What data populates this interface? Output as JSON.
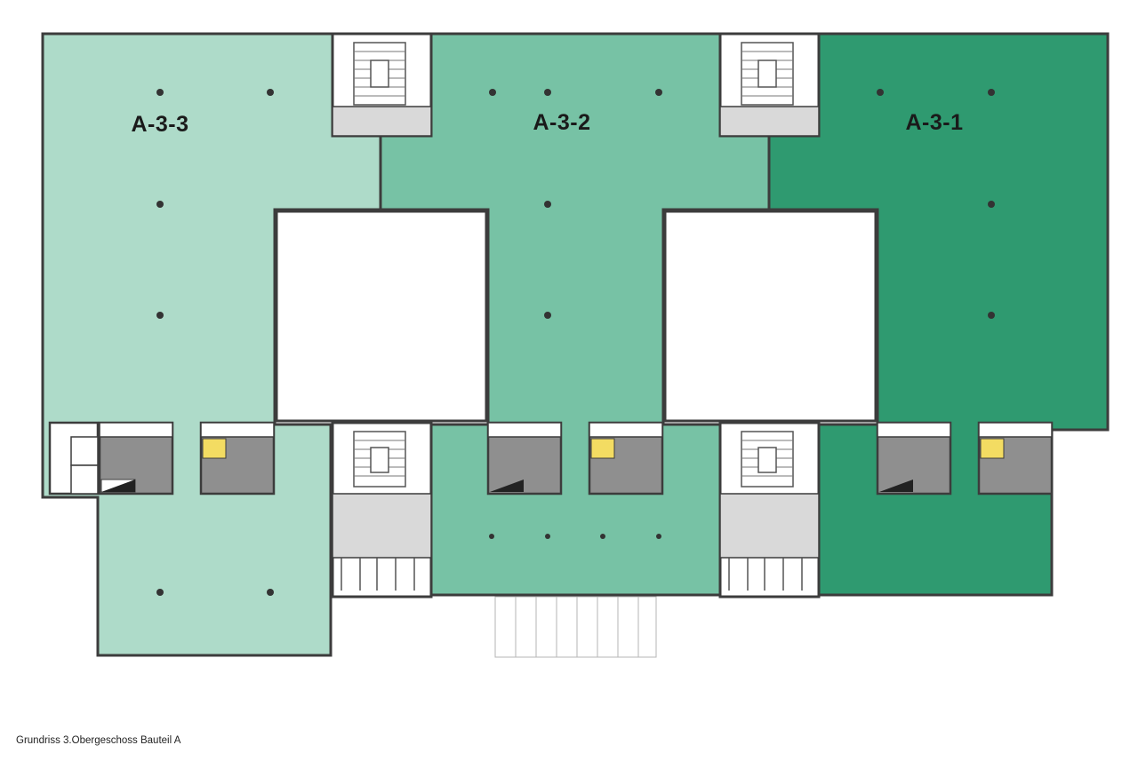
{
  "plan": {
    "units": [
      {
        "label": "A-3-3",
        "color": "#aedbc9"
      },
      {
        "label": "A-3-2",
        "color": "#77c2a5"
      },
      {
        "label": "A-3-1",
        "color": "#2f9a70"
      }
    ],
    "wc_highlight_color": "#f3dc62",
    "core_color": "#d9d9d9",
    "wall_color": "#3c3c3c",
    "wet_room_color": "#8f8f8f"
  },
  "caption": "Grundriss 3.Obergeschoss Bauteil A"
}
